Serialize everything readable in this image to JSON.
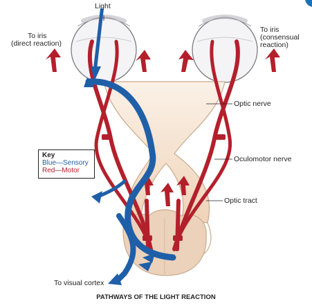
{
  "title": "PATHWAYS OF THE LIGHT REACTION",
  "labels": {
    "light": "Light",
    "iris_direct_1": "To iris",
    "iris_direct_2": "(direct reaction)",
    "iris_consensual_1": "To iris",
    "iris_consensual_2": "(consensual",
    "iris_consensual_3": "reaction)",
    "optic_nerve": "Optic nerve",
    "oculomotor_nerve": "Oculomotor nerve",
    "optic_tract": "Optic tract",
    "visual_cortex": "To visual cortex"
  },
  "key": {
    "heading": "Key",
    "sensory": "Blue—Sensory",
    "motor": "Red—Motor"
  },
  "colors": {
    "sensory": "#1f5fa8",
    "motor": "#b3202c",
    "tract_fill": "#f3dcc6",
    "tract_outline": "#c9a98a",
    "brainstem": "#ecd2bb",
    "text": "#231f20"
  }
}
